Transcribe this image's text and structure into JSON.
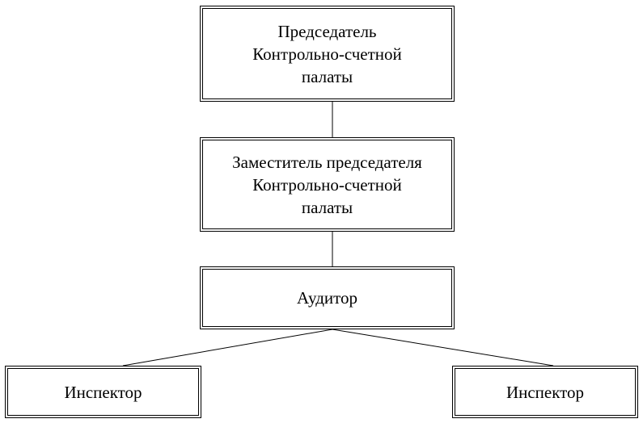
{
  "diagram": {
    "nodes": [
      {
        "id": "chairman",
        "label": "Председатель\nКонтрольно-счетной\nпалаты"
      },
      {
        "id": "deputy",
        "label": "Заместитель председателя\nКонтрольно-счетной\nпалаты"
      },
      {
        "id": "auditor",
        "label": "Аудитор"
      },
      {
        "id": "inspector_left",
        "label": "Инспектор"
      },
      {
        "id": "inspector_right",
        "label": "Инспектор"
      }
    ],
    "edges": [
      {
        "from": "chairman",
        "to": "deputy"
      },
      {
        "from": "deputy",
        "to": "auditor"
      },
      {
        "from": "auditor",
        "to": "inspector_left"
      },
      {
        "from": "auditor",
        "to": "inspector_right"
      }
    ]
  },
  "colors": {
    "line": "#000000",
    "background": "#ffffff"
  }
}
